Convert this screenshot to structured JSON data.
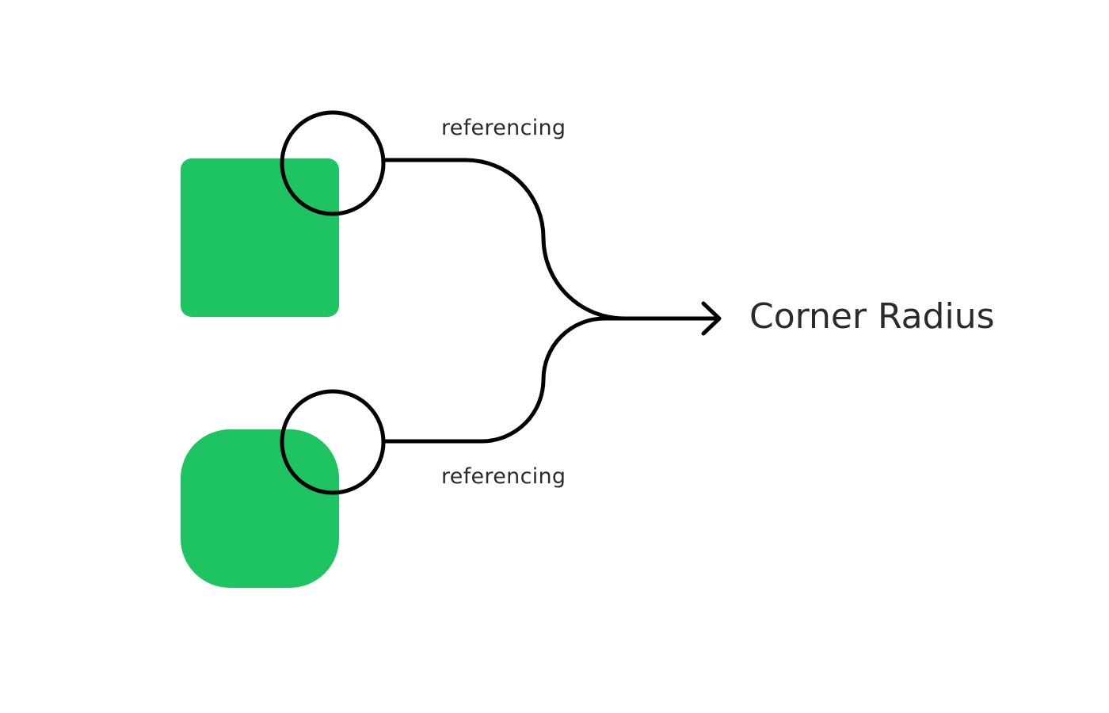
{
  "colors": {
    "shape_fill": "#1fc462",
    "stroke": "#000000",
    "text": "#2b2b2b"
  },
  "edges": {
    "top_label": "referencing",
    "bottom_label": "referencing"
  },
  "target": {
    "label": "Corner Radius"
  }
}
